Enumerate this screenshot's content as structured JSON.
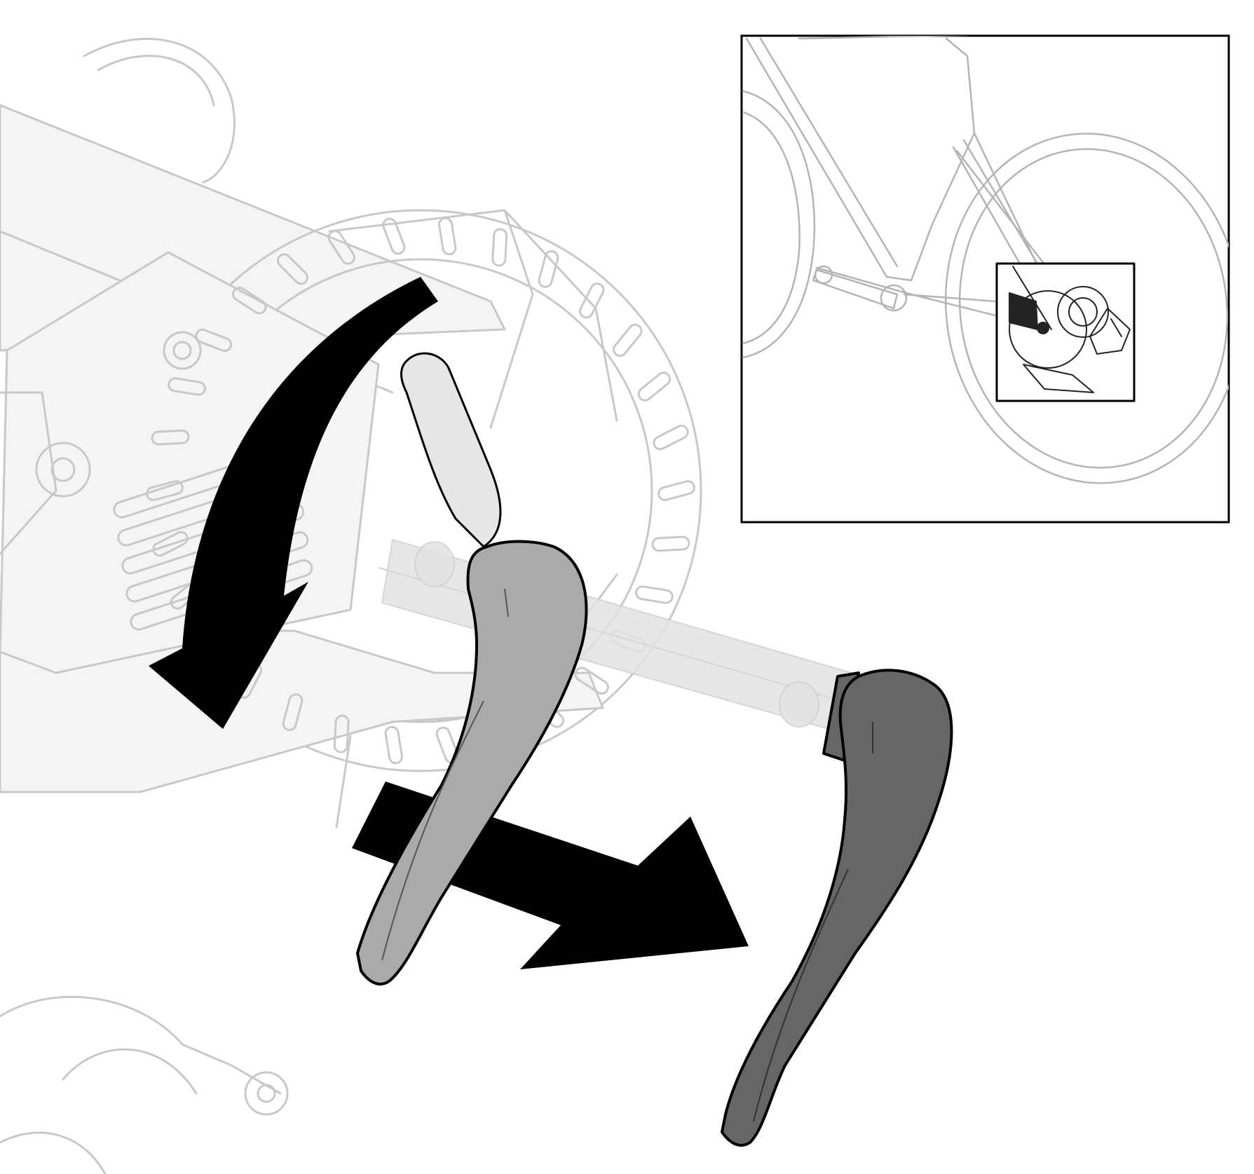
{
  "diagram": {
    "colors": {
      "background": "#ffffff",
      "faded_line": "#c8c8c8",
      "faded_fill": "#f4f4f4",
      "ghost_axle": "#e2e2e2",
      "lever_open": "#aaaaaa",
      "lever_removed": "#666666",
      "arrow": "#000000",
      "outline": "#000000",
      "inset_line": "#b4b4b4",
      "inset_detail": "#222222"
    },
    "steps": [
      {
        "name": "rotate-lever-open",
        "direction": "down"
      },
      {
        "name": "pull-axle-out",
        "direction": "right"
      }
    ],
    "inset": {
      "subject": "bicycle-rear-wheel",
      "highlight": "rear-axle-and-brake-disc"
    }
  }
}
